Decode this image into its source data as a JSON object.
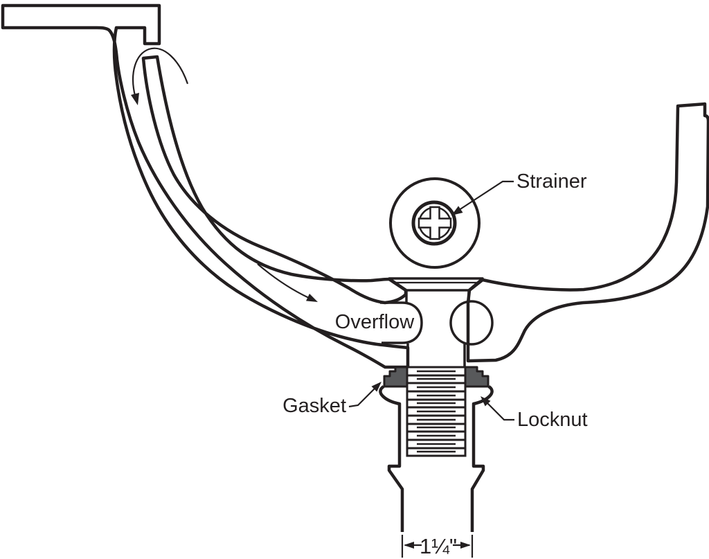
{
  "labels": {
    "strainer": "Strainer",
    "overflow": "Overflow",
    "gasket": "Gasket",
    "locknut": "Locknut"
  },
  "dimension": {
    "text": "1¼\""
  },
  "colors": {
    "ceramic_fill": "#d1d3d4",
    "gasket_fill": "#58595b",
    "line": "#231f20",
    "background": "#ffffff"
  }
}
